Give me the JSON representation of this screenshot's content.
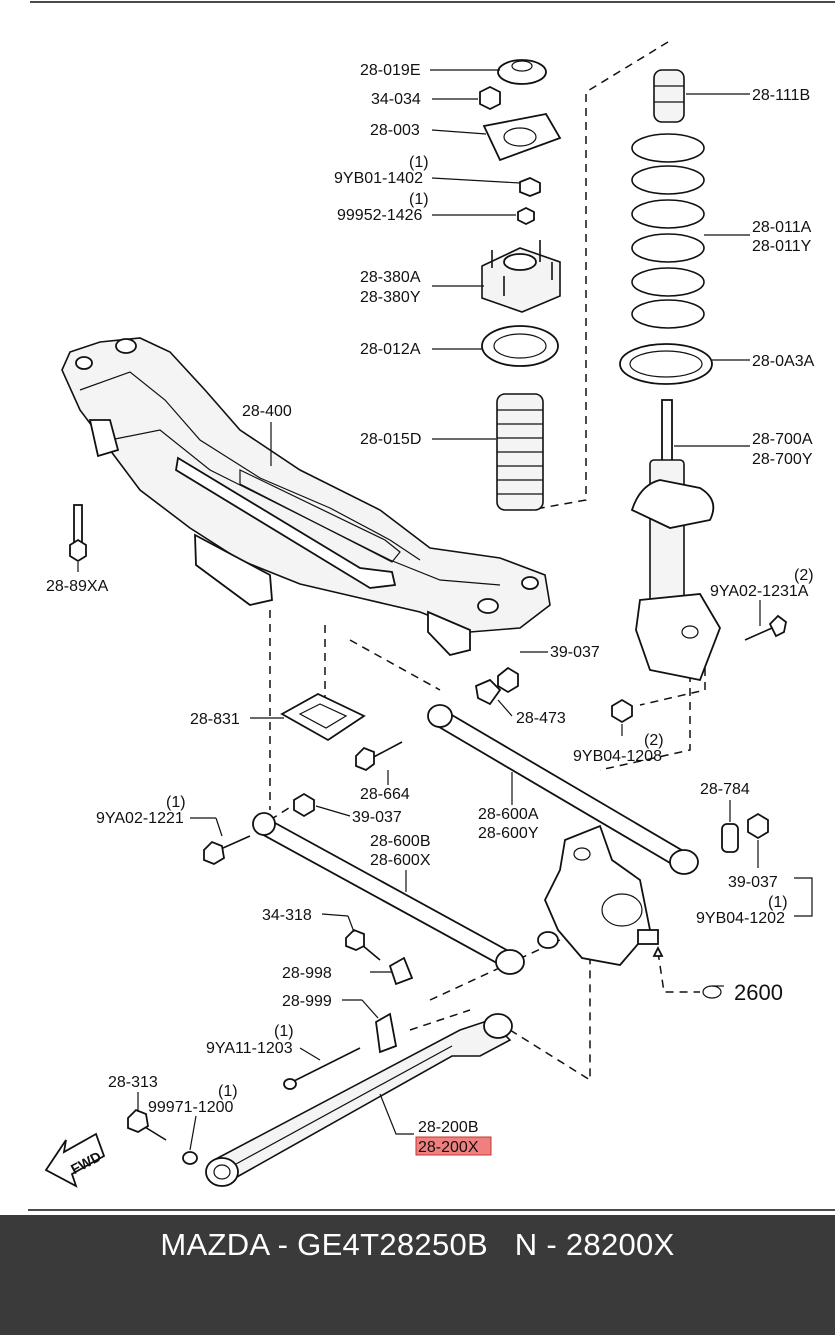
{
  "labels": {
    "l_28_019e": "28-019E",
    "l_34_034": "34-034",
    "l_28_003": "28-003",
    "l_q1_a": "(1)",
    "l_9yb01_1402": "9YB01-1402",
    "l_q1_b": "(1)",
    "l_99952_1426": "99952-1426",
    "l_28_380a": "28-380A",
    "l_28_380y": "28-380Y",
    "l_28_012a": "28-012A",
    "l_28_015d": "28-015D",
    "l_28_400": "28-400",
    "l_28_89xa": "28-89XA",
    "l_28_111b": "28-111B",
    "l_28_011a": "28-011A",
    "l_28_011y": "28-011Y",
    "l_28_0a3a": "28-0A3A",
    "l_28_700a": "28-700A",
    "l_28_700y": "28-700Y",
    "l_q2_a": "(2)",
    "l_9ya02_1231a": "9YA02-1231A",
    "l_39_037_a": "39-037",
    "l_28_473": "28-473",
    "l_q2_b": "(2)",
    "l_9yb04_1208": "9YB04-1208",
    "l_28_831": "28-831",
    "l_28_664": "28-664",
    "l_q1_c": "(1)",
    "l_9ya02_1221": "9YA02-1221",
    "l_39_037_b": "39-037",
    "l_28_600a": "28-600A",
    "l_28_600y": "28-600Y",
    "l_28_600b": "28-600B",
    "l_28_600x": "28-600X",
    "l_28_784": "28-784",
    "l_39_037_c": "39-037",
    "l_q1_d": "(1)",
    "l_9yb04_1202": "9YB04-1202",
    "l_34_318": "34-318",
    "l_28_998": "28-998",
    "l_2600": "2600",
    "l_28_999": "28-999",
    "l_q1_e": "(1)",
    "l_9ya11_1203": "9YA11-1203",
    "l_28_313": "28-313",
    "l_q1_f": "(1)",
    "l_99971_1200": "99971-1200",
    "l_28_200b": "28-200B",
    "l_28_200x": "28-200X",
    "l_fwd": "FWD"
  },
  "highlight_color": "#f08080",
  "footer": {
    "caption": "MAZDA - GE4T28250B   N - 28200X"
  }
}
